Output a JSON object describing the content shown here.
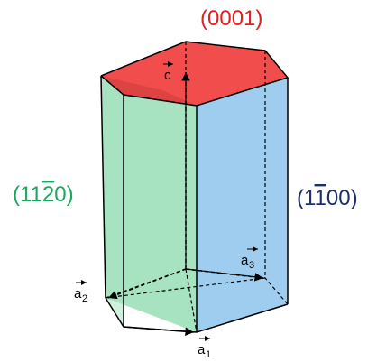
{
  "labels": {
    "basal_plane": {
      "text": "(0001)",
      "color": "#e02020"
    },
    "prism_a_plane": {
      "prefix": "(11",
      "bar_digit": "2",
      "suffix": "0)",
      "color": "#1aa860"
    },
    "prism_m_plane": {
      "prefix": "(1",
      "bar_digit": "1",
      "suffix": "00)",
      "color": "#1c2f66"
    }
  },
  "vectors": {
    "c": {
      "letter": "c",
      "subscript": ""
    },
    "a1": {
      "letter": "a",
      "subscript": "1"
    },
    "a2": {
      "letter": "a",
      "subscript": "2"
    },
    "a3": {
      "letter": "a",
      "subscript": "3"
    }
  },
  "colors": {
    "basal_face": "#f24d4d",
    "basal_shade": "#c93a3a",
    "green_face": "#a7e3c0",
    "blue_face": "#9fcdf0",
    "edge": "#000000"
  }
}
